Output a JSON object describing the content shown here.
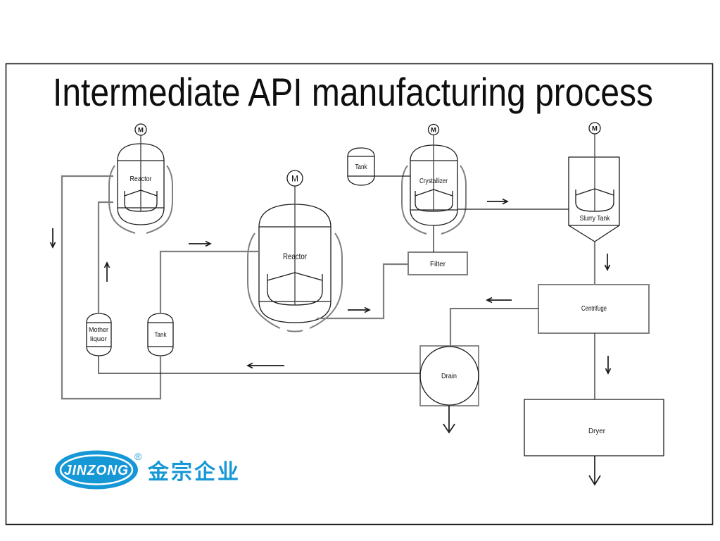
{
  "title": "Intermediate API manufacturing process",
  "equipment": {
    "reactor1": {
      "label": "Reactor",
      "motor": "M"
    },
    "feed_tank": {
      "label": "Tank"
    },
    "reactor2": {
      "label": "Reactor",
      "motor": "M"
    },
    "crystallizer": {
      "label": "Crystallizer",
      "motor": "M"
    },
    "slurry_tank": {
      "label": "Slurry Tank",
      "motor": "M"
    },
    "filter": {
      "label": "Filter"
    },
    "mother_liquor_tank": {
      "label_line1": "Mother",
      "label_line2": "liquor"
    },
    "solvent_tank": {
      "label": "Tank"
    },
    "drain": {
      "label": "Drain"
    },
    "centrifuge": {
      "label": "Centrifuge"
    },
    "dryer": {
      "label": "Dryer"
    }
  },
  "logo": {
    "brand": "JINZONG",
    "registered_mark": "®",
    "company_name_cn": "金宗企业"
  },
  "colors": {
    "line": "#1a1a1a",
    "pipe_gray": "#7f7f7f",
    "logo_blue": "#1697d6"
  }
}
